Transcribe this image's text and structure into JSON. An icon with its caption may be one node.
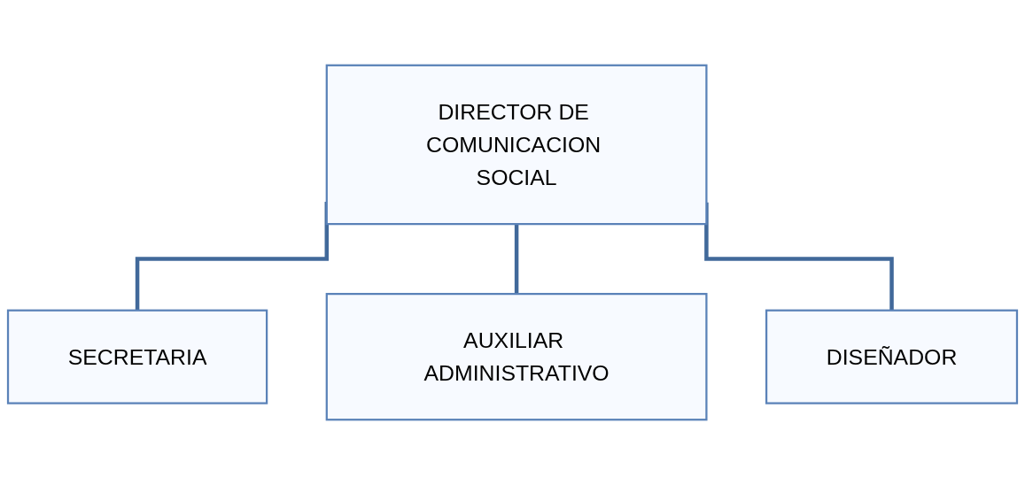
{
  "diagram": {
    "nodes": [
      {
        "text": [
          "DIRECTOR DE COMUNICACION SOCIAL"
        ]
      },
      {
        "text": [
          "SECRETARIA"
        ]
      },
      {
        "text": [
          "AUXILIAR ADMINISTRATIVO"
        ]
      },
      {
        "text": [
          "DISEÑADOR"
        ]
      }
    ],
    "edges": [
      {
        "from": 0,
        "to": 1,
        "arrow": "none"
      },
      {
        "from": 0,
        "to": 2,
        "arrow": "none"
      },
      {
        "from": 0,
        "to": 3,
        "arrow": "none"
      }
    ]
  }
}
